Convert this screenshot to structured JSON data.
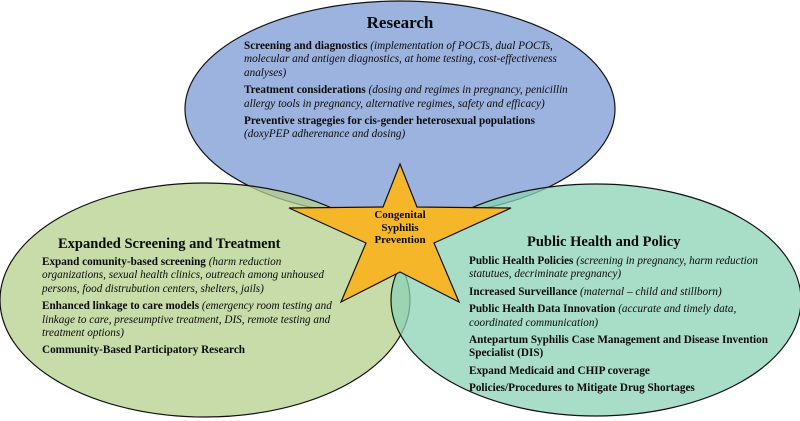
{
  "colors": {
    "research_fill": "#8aa6d8",
    "screening_fill": "#b5d08c",
    "policy_fill": "#8bd2b4",
    "outline": "#111111",
    "star_fill": "#f5b62a"
  },
  "research": {
    "title": "Research",
    "items": [
      {
        "bold": "Screening and diagnostics",
        "italic": "(implementation of POCTs, dual POCTs, molecular and antigen diagnostics, at home testing, cost-effectiveness analyses)"
      },
      {
        "bold": "Treatment considerations",
        "italic": "(dosing and regimes in pregnancy, penicillin allergy tools in pregnancy, alternative regimes, safety and efficacy)"
      },
      {
        "bold": "Preventive stragegies for cis-gender heterosexual populations",
        "italic": "(doxyPEP adherenance and dosing)"
      }
    ]
  },
  "screening": {
    "title": "Expanded Screening and Treatment",
    "items": [
      {
        "bold": "Expand comunity-based screening",
        "italic": "(harm reduction organizations, sexual health clinics, outreach among unhoused persons, food distrubution centers, shelters, jails)"
      },
      {
        "bold": "Enhanced linkage to care models",
        "italic": "(emergency room testing and linkage to care, preseumptive treatment, DIS, remote testing and treatment options)"
      },
      {
        "bold": "Community-Based Participatory Research",
        "italic": ""
      }
    ]
  },
  "policy": {
    "title": "Public Health and Policy",
    "items": [
      {
        "bold": "Public Health Policies",
        "italic": "(screening in pregnancy, harm reduction statutues, decriminate pregnancy)"
      },
      {
        "bold": "Increased Surveillance",
        "italic": "(maternal – child and stillborn)"
      },
      {
        "bold": "Public Health Data Innovation",
        "italic": "(accurate and timely data, coordinated communication)"
      },
      {
        "bold": "Antepartum Syphilis Case Management and Disease Invention Specialist (DIS)",
        "italic": ""
      },
      {
        "bold": "Expand Medicaid and CHIP coverage",
        "italic": ""
      },
      {
        "bold": "Policies/Procedures to Mitigate Drug Shortages",
        "italic": ""
      }
    ]
  },
  "center": {
    "label_lines": [
      "Congenital",
      "Syphilis",
      "Prevention"
    ]
  }
}
